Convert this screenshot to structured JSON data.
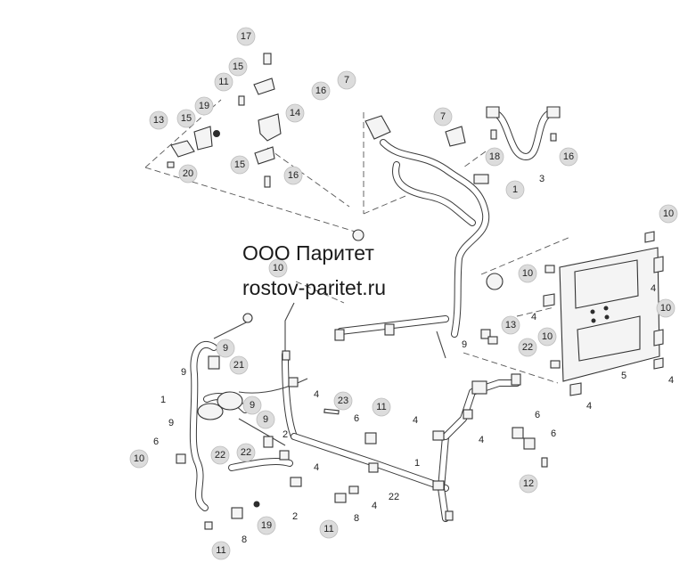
{
  "watermark": {
    "line1": "ООО Паритет",
    "line2": "rostov-paritet.ru"
  },
  "callouts": [
    {
      "id": "c17",
      "text": "17"
    },
    {
      "id": "c15a",
      "text": "15"
    },
    {
      "id": "c11a",
      "text": "11"
    },
    {
      "id": "c14",
      "text": "14"
    },
    {
      "id": "c13a",
      "text": "13"
    },
    {
      "id": "c15b",
      "text": "15"
    },
    {
      "id": "c19a",
      "text": "19"
    },
    {
      "id": "c15c",
      "text": "15"
    },
    {
      "id": "c16a",
      "text": "16"
    },
    {
      "id": "c20",
      "text": "20"
    },
    {
      "id": "c16b",
      "text": "16"
    },
    {
      "id": "c7a",
      "text": "7"
    },
    {
      "id": "c7b",
      "text": "7"
    },
    {
      "id": "c18",
      "text": "18"
    },
    {
      "id": "c16c",
      "text": "16"
    },
    {
      "id": "c1a",
      "text": "1"
    },
    {
      "id": "c10a",
      "text": "10"
    },
    {
      "id": "c10b",
      "text": "10"
    },
    {
      "id": "c10c",
      "text": "10"
    },
    {
      "id": "c10d",
      "text": "10"
    },
    {
      "id": "c10e",
      "text": "10"
    },
    {
      "id": "c13b",
      "text": "13"
    },
    {
      "id": "c22a",
      "text": "22"
    },
    {
      "id": "c21",
      "text": "21"
    },
    {
      "id": "c9a",
      "text": "9"
    },
    {
      "id": "c9b",
      "text": "9"
    },
    {
      "id": "c9c",
      "text": "9"
    },
    {
      "id": "c23",
      "text": "23"
    },
    {
      "id": "c11b",
      "text": "11"
    },
    {
      "id": "c22b",
      "text": "22"
    },
    {
      "id": "c22c",
      "text": "22"
    },
    {
      "id": "c10f",
      "text": "10"
    },
    {
      "id": "c12",
      "text": "12"
    },
    {
      "id": "c19b",
      "text": "19"
    },
    {
      "id": "c11c",
      "text": "11"
    },
    {
      "id": "c11d",
      "text": "11"
    }
  ],
  "labels": [
    {
      "id": "l1a",
      "text": "1"
    },
    {
      "id": "l1b",
      "text": "1"
    },
    {
      "id": "l3",
      "text": "3"
    },
    {
      "id": "l5",
      "text": "5"
    },
    {
      "id": "l4a",
      "text": "4"
    },
    {
      "id": "l4b",
      "text": "4"
    },
    {
      "id": "l4c",
      "text": "4"
    },
    {
      "id": "l4d",
      "text": "4"
    },
    {
      "id": "l4e",
      "text": "4"
    },
    {
      "id": "l4f",
      "text": "4"
    },
    {
      "id": "l4g",
      "text": "4"
    },
    {
      "id": "l4h",
      "text": "4"
    },
    {
      "id": "l4i",
      "text": "4"
    },
    {
      "id": "l9a",
      "text": "9"
    },
    {
      "id": "l9b",
      "text": "9"
    },
    {
      "id": "l9c",
      "text": "9"
    },
    {
      "id": "l6a",
      "text": "6"
    },
    {
      "id": "l6b",
      "text": "6"
    },
    {
      "id": "l6c",
      "text": "6"
    },
    {
      "id": "l6d",
      "text": "6"
    },
    {
      "id": "l2a",
      "text": "2"
    },
    {
      "id": "l2b",
      "text": "2"
    },
    {
      "id": "l8a",
      "text": "8"
    },
    {
      "id": "l8b",
      "text": "8"
    },
    {
      "id": "l22",
      "text": "22"
    }
  ]
}
